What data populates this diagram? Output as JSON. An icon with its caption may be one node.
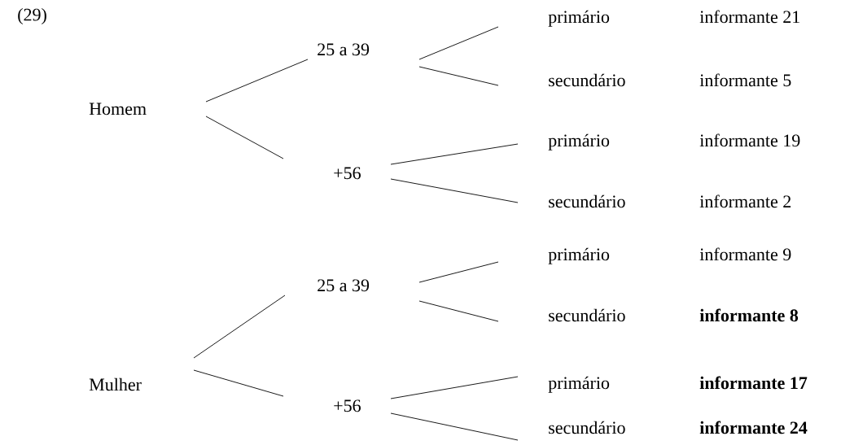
{
  "diagram": {
    "nodes": [
      {
        "text": [
          "Homem"
        ]
      },
      {
        "text": [
          "25 a 39"
        ]
      },
      {
        "text": [
          "primário"
        ],
        "beside": [
          "informante 21"
        ]
      },
      {
        "text": [
          "secundário"
        ],
        "beside": [
          "informante 5"
        ]
      },
      {
        "text": [
          "+56"
        ]
      },
      {
        "text": [
          "primário"
        ],
        "beside": [
          "informante 19"
        ]
      },
      {
        "text": [
          "secundário"
        ],
        "beside": [
          "informante 2"
        ]
      },
      {
        "text": [
          "Mulher"
        ]
      },
      {
        "text": [
          "25 a 39"
        ]
      },
      {
        "text": [
          "primário"
        ],
        "beside": [
          "informante 9"
        ]
      },
      {
        "text": [
          "secundário"
        ],
        "beside": [
          "**informante 8**"
        ]
      },
      {
        "text": [
          "+56"
        ]
      },
      {
        "text": [
          "primário"
        ],
        "beside": [
          "**informante 17**"
        ]
      },
      {
        "text": [
          "secundário"
        ],
        "beside": [
          "**informante 24**"
        ]
      }
    ],
    "edges": [
      {
        "from": 0,
        "to": 1,
        "arrow": "none"
      },
      {
        "from": 0,
        "to": 4,
        "arrow": "none"
      },
      {
        "from": 1,
        "to": 2,
        "arrow": "none"
      },
      {
        "from": 1,
        "to": 3,
        "arrow": "none"
      },
      {
        "from": 4,
        "to": 5,
        "arrow": "none"
      },
      {
        "from": 4,
        "to": 6,
        "arrow": "none"
      },
      {
        "from": 7,
        "to": 8,
        "arrow": "none"
      },
      {
        "from": 7,
        "to": 11,
        "arrow": "none"
      },
      {
        "from": 8,
        "to": 9,
        "arrow": "none"
      },
      {
        "from": 8,
        "to": 10,
        "arrow": "none"
      },
      {
        "from": 11,
        "to": 12,
        "arrow": "none"
      },
      {
        "from": 11,
        "to": 13,
        "arrow": "none"
      }
    ],
    "labels": [
      "(29)"
    ]
  }
}
